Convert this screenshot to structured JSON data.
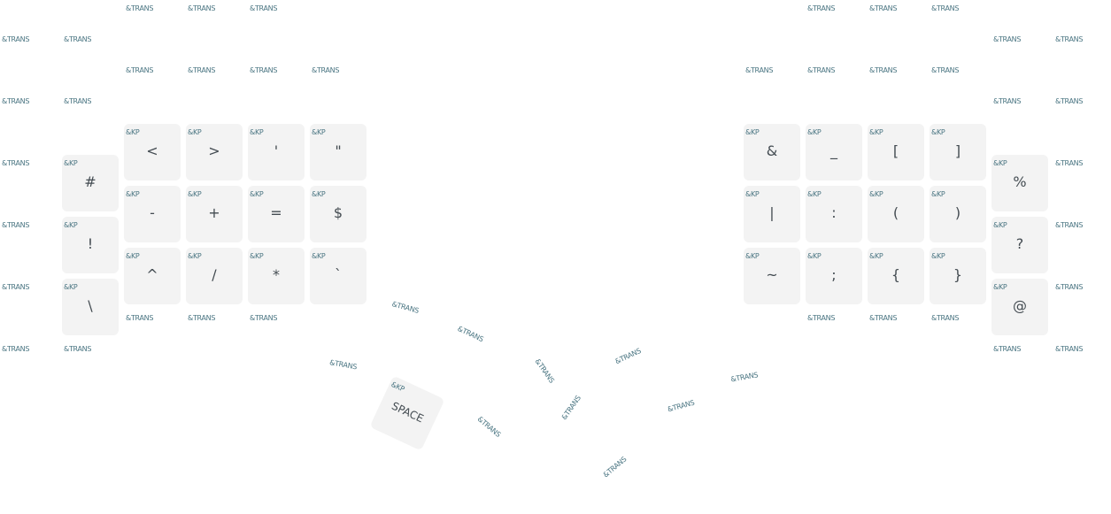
{
  "layer": {
    "keys": [
      {
        "behavior": "&TRANS",
        "label": ""
      },
      {
        "behavior": "&TRANS",
        "label": ""
      },
      {
        "behavior": "&TRANS",
        "label": ""
      },
      {
        "behavior": "&TRANS",
        "label": ""
      },
      {
        "behavior": "&TRANS",
        "label": ""
      },
      {
        "behavior": "&TRANS",
        "label": ""
      },
      {
        "behavior": "&TRANS",
        "label": ""
      },
      {
        "behavior": "&TRANS",
        "label": ""
      },
      {
        "behavior": "&TRANS",
        "label": ""
      },
      {
        "behavior": "&TRANS",
        "label": ""
      },
      {
        "behavior": "&TRANS",
        "label": ""
      },
      {
        "behavior": "&TRANS",
        "label": ""
      },
      {
        "behavior": "&TRANS",
        "label": ""
      },
      {
        "behavior": "&TRANS",
        "label": ""
      },
      {
        "behavior": "&TRANS",
        "label": ""
      },
      {
        "behavior": "&TRANS",
        "label": ""
      },
      {
        "behavior": "&TRANS",
        "label": ""
      },
      {
        "behavior": "&TRANS",
        "label": ""
      },
      {
        "behavior": "&TRANS",
        "label": ""
      },
      {
        "behavior": "&TRANS",
        "label": ""
      },
      {
        "behavior": "&TRANS",
        "label": ""
      },
      {
        "behavior": "&TRANS",
        "label": ""
      },
      {
        "behavior": "&TRANS",
        "label": ""
      },
      {
        "behavior": "&KP",
        "label": "#"
      },
      {
        "behavior": "&KP",
        "label": "<"
      },
      {
        "behavior": "&KP",
        "label": ">"
      },
      {
        "behavior": "&KP",
        "label": "'"
      },
      {
        "behavior": "&KP",
        "label": "\""
      },
      {
        "behavior": "&KP",
        "label": "&"
      },
      {
        "behavior": "&KP",
        "label": "_"
      },
      {
        "behavior": "&KP",
        "label": "["
      },
      {
        "behavior": "&KP",
        "label": "]"
      },
      {
        "behavior": "&KP",
        "label": "%"
      },
      {
        "behavior": "&TRANS",
        "label": ""
      },
      {
        "behavior": "&TRANS",
        "label": ""
      },
      {
        "behavior": "&KP",
        "label": "!"
      },
      {
        "behavior": "&KP",
        "label": "-"
      },
      {
        "behavior": "&KP",
        "label": "+"
      },
      {
        "behavior": "&KP",
        "label": "="
      },
      {
        "behavior": "&KP",
        "label": "$"
      },
      {
        "behavior": "&KP",
        "label": "|"
      },
      {
        "behavior": "&KP",
        "label": ":"
      },
      {
        "behavior": "&KP",
        "label": "("
      },
      {
        "behavior": "&KP",
        "label": ")"
      },
      {
        "behavior": "&KP",
        "label": "?"
      },
      {
        "behavior": "&TRANS",
        "label": ""
      },
      {
        "behavior": "&TRANS",
        "label": ""
      },
      {
        "behavior": "&KP",
        "label": "\\"
      },
      {
        "behavior": "&KP",
        "label": "^"
      },
      {
        "behavior": "&KP",
        "label": "/"
      },
      {
        "behavior": "&KP",
        "label": "*"
      },
      {
        "behavior": "&KP",
        "label": "`"
      },
      {
        "behavior": "&KP",
        "label": "~"
      },
      {
        "behavior": "&KP",
        "label": ";"
      },
      {
        "behavior": "&KP",
        "label": "{"
      },
      {
        "behavior": "&KP",
        "label": "}"
      },
      {
        "behavior": "&KP",
        "label": "@"
      },
      {
        "behavior": "&TRANS",
        "label": ""
      },
      {
        "behavior": "&TRANS",
        "label": ""
      },
      {
        "behavior": "&TRANS",
        "label": ""
      },
      {
        "behavior": "&TRANS",
        "label": ""
      },
      {
        "behavior": "&TRANS",
        "label": ""
      },
      {
        "behavior": "&TRANS",
        "label": ""
      },
      {
        "behavior": "&TRANS",
        "label": ""
      },
      {
        "behavior": "&TRANS",
        "label": ""
      },
      {
        "behavior": "&TRANS",
        "label": ""
      },
      {
        "behavior": "&TRANS",
        "label": ""
      },
      {
        "behavior": "&TRANS",
        "label": ""
      },
      {
        "behavior": "&TRANS",
        "label": ""
      },
      {
        "behavior": "&TRANS",
        "label": ""
      },
      {
        "behavior": "&TRANS",
        "label": ""
      },
      {
        "behavior": "&TRANS",
        "label": ""
      },
      {
        "behavior": "&TRANS",
        "label": ""
      },
      {
        "behavior": "&TRANS",
        "label": ""
      },
      {
        "behavior": "&KP",
        "label": "SPACE"
      },
      {
        "behavior": "&TRANS",
        "label": ""
      },
      {
        "behavior": "&TRANS",
        "label": ""
      },
      {
        "behavior": "&TRANS",
        "label": ""
      },
      {
        "behavior": "&TRANS",
        "label": ""
      }
    ]
  }
}
